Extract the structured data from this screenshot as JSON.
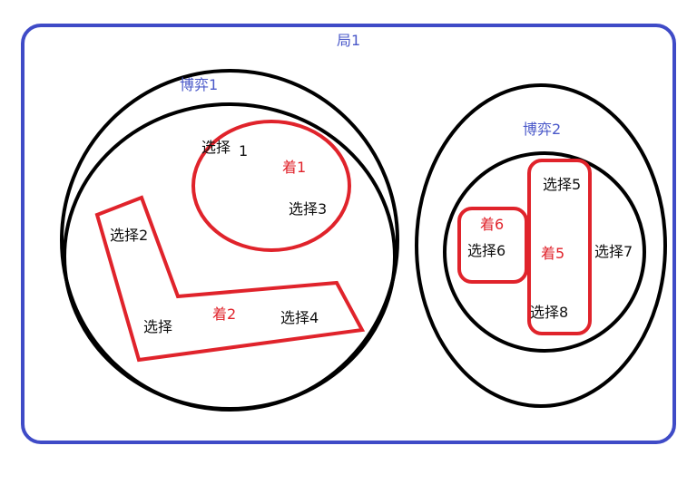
{
  "colors": {
    "frame": "#3f4bc7",
    "set": "#000000",
    "move": "#e0232b",
    "title": "#4a58c9",
    "text": "#111111"
  },
  "frame": {
    "label": "局1"
  },
  "games": [
    {
      "label": "博弈1"
    },
    {
      "label": "博弈2"
    }
  ],
  "moves": [
    {
      "label": "着1"
    },
    {
      "label": "着2"
    },
    {
      "label": "着5"
    },
    {
      "label": "着6"
    }
  ],
  "choices": [
    {
      "label": "选择"
    },
    {
      "label": "1"
    },
    {
      "label": "选择3"
    },
    {
      "label": "选择2"
    },
    {
      "label": "选择"
    },
    {
      "label": "选择4"
    },
    {
      "label": "选择5"
    },
    {
      "label": "选择6"
    },
    {
      "label": "选择7"
    },
    {
      "label": "选择8"
    }
  ]
}
